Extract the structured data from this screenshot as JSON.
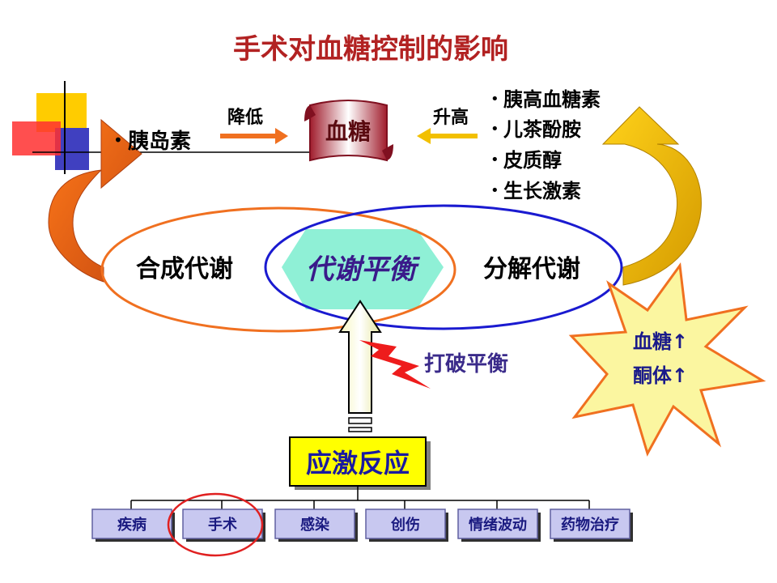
{
  "title": "手术对血糖控制的影响",
  "insulin": {
    "bullet": "•",
    "label": "胰岛素"
  },
  "lower_label": "降低",
  "raise_label": "升高",
  "blood_sugar_label": "血糖",
  "hormones": [
    {
      "bullet": "•",
      "label": "胰高血糖素"
    },
    {
      "bullet": "•",
      "label": "儿茶酚胺"
    },
    {
      "bullet": "•",
      "label": "皮质醇"
    },
    {
      "bullet": "•",
      "label": "生长激素"
    }
  ],
  "anabolism_label": "合成代谢",
  "balance_label": "代谢平衡",
  "catabolism_label": "分解代谢",
  "break_balance_label": "打破平衡",
  "starburst": {
    "line1": "血糖↑",
    "line2": "酮体↑"
  },
  "stress_label": "应激反应",
  "causes": [
    "疾病",
    "手术",
    "感染",
    "创伤",
    "情绪波动",
    "药物治疗"
  ],
  "colors": {
    "title": "#b22222",
    "orange_arrow": "#e8561a",
    "orange_ellipse": "#f07020",
    "blue_ellipse": "#1a1ad0",
    "yellow_arrow": "#f2b800",
    "balance_bg": "#8ff0d6",
    "balance_text": "#3a1a8a",
    "stress_bg": "#ffff00",
    "stress_text": "#1a1aa0",
    "cause_bg": "#c8c8f0",
    "cause_text": "#1a1a80",
    "highlight_circle": "#e02020",
    "starburst_fill": "#fbf6a0",
    "starburst_stroke": "#f07020",
    "lightning": "#ee1c1c"
  }
}
